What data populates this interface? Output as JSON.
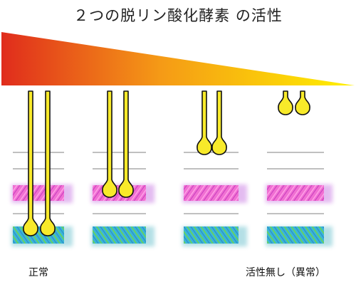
{
  "title": "２つの脱リン酸化酵素 の活性",
  "label_left": "正常",
  "label_right": "活性無し（異常）",
  "colors": {
    "gradient_start": "#e02c1c",
    "gradient_mid": "#f59a16",
    "gradient_end": "#fff100",
    "stalk": "#f8ea2a",
    "pink_band": "#f25bc8",
    "pink_band_alt": "#b13fd6",
    "teal_band": "#27b3c7",
    "green_band": "#6dd24a",
    "gray_line": "#9a9a9a"
  }
}
